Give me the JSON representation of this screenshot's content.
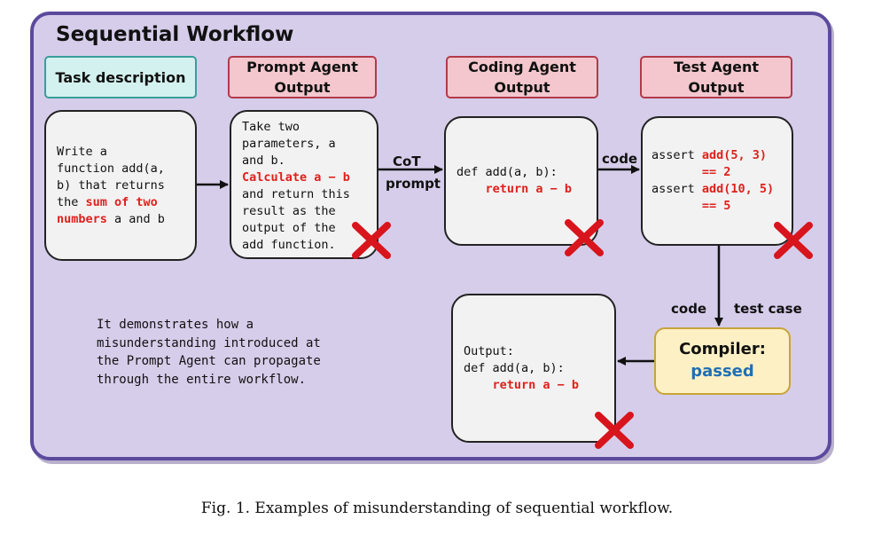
{
  "title": "Sequential Workflow",
  "headers": {
    "task": "Task description",
    "prompt": "Prompt Agent\nOutput",
    "coding": "Coding Agent\nOutput",
    "test": "Test Agent\nOutput"
  },
  "task_card": {
    "lines": [
      [
        {
          "t": "Write a"
        }
      ],
      [
        {
          "t": "function add(a,"
        }
      ],
      [
        {
          "t": "b) that returns"
        }
      ],
      [
        {
          "t": "the "
        },
        {
          "t": "sum of two",
          "red": true
        }
      ],
      [
        {
          "t": "numbers",
          "red": true
        },
        {
          "t": " a and b"
        }
      ]
    ]
  },
  "prompt_card": {
    "lines": [
      [
        {
          "t": "Take two"
        }
      ],
      [
        {
          "t": "parameters, a"
        }
      ],
      [
        {
          "t": "and b."
        }
      ],
      [
        {
          "t": "Calculate a − b",
          "red": true
        }
      ],
      [
        {
          "t": "and return this"
        }
      ],
      [
        {
          "t": "result as the"
        }
      ],
      [
        {
          "t": "output of the"
        }
      ],
      [
        {
          "t": "add function."
        }
      ]
    ]
  },
  "coding_card": {
    "lines": [
      [
        {
          "t": "def add(a, b):"
        }
      ],
      [
        {
          "t": "    "
        },
        {
          "t": "return a − b",
          "red": true
        }
      ]
    ]
  },
  "test_card": {
    "lines": [
      [
        {
          "t": "assert "
        },
        {
          "t": "add(5, 3)",
          "red": true
        }
      ],
      [
        {
          "t": "       "
        },
        {
          "t": "== 2",
          "red": true
        }
      ],
      [
        {
          "t": "assert "
        },
        {
          "t": "add(10, 5)",
          "red": true
        }
      ],
      [
        {
          "t": "       "
        },
        {
          "t": "== 5",
          "red": true
        }
      ]
    ]
  },
  "output_card": {
    "lines": [
      [
        {
          "t": "Output:"
        }
      ],
      [
        {
          "t": "def add(a, b):"
        }
      ],
      [
        {
          "t": "    "
        },
        {
          "t": "return a − b",
          "red": true
        }
      ]
    ]
  },
  "labels": {
    "cot": "CoT",
    "prompt": "prompt",
    "code_top": "code",
    "code_bottom": "code",
    "test_case": "test case"
  },
  "compiler": {
    "title": "Compiler:",
    "status": "passed"
  },
  "note": {
    "lines": [
      "It demonstrates how a",
      "misunderstanding introduced at",
      "the Prompt Agent can propagate",
      "through the entire workflow."
    ]
  },
  "caption": "Fig. 1.  Examples of misunderstanding of sequential workflow.",
  "colors": {
    "frame_bg": "#d6cdea",
    "frame_border": "#5b4a9c",
    "highlight": "#e0201c",
    "passed": "#1f6fb5",
    "x_mark": "#d8141c"
  }
}
